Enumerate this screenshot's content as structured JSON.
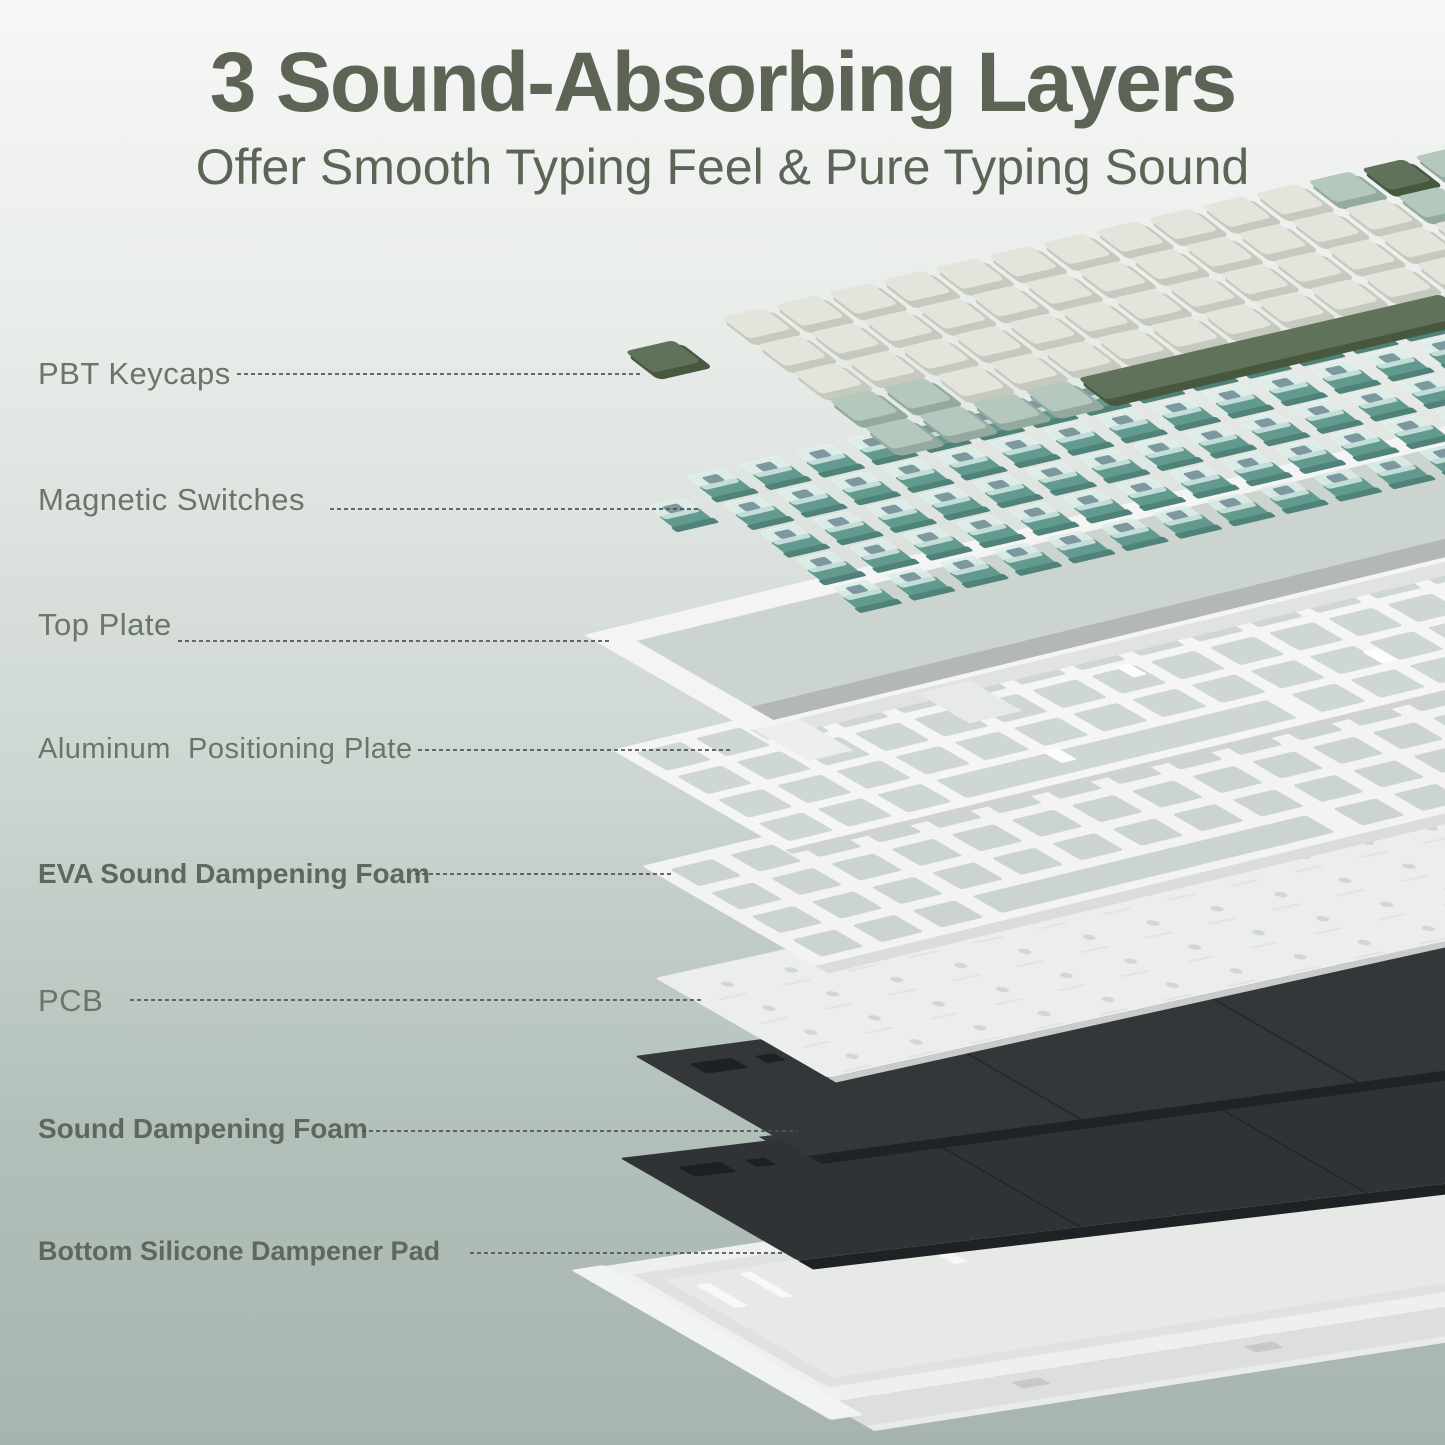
{
  "header": {
    "title": "3 Sound-Absorbing Layers",
    "subtitle": "Offer Smooth Typing Feel & Pure Typing Sound"
  },
  "labels": [
    {
      "text": "PBT Keycaps",
      "bold": false
    },
    {
      "text": "Magnetic Switches",
      "bold": false
    },
    {
      "text": "Top Plate",
      "bold": false
    },
    {
      "text": "Aluminum  Positioning Plate",
      "bold": false
    },
    {
      "text": "EVA Sound Dampening Foam",
      "bold": true
    },
    {
      "text": "PCB",
      "bold": false
    },
    {
      "text": "Sound Dampening Foam",
      "bold": true
    },
    {
      "text": "Bottom Silicone Dampener Pad",
      "bold": true
    }
  ],
  "colors": {
    "background_top": "#f6f7f6",
    "background_bottom": "#a7b4af",
    "title_text": "#5d6455",
    "label_text": "#6b756a",
    "label_text_bold": "#5e695b",
    "leader_line": "#4b524b",
    "keycap_cream": "#e3e5dc",
    "keycap_cream_side": "#c6c9be",
    "keycap_sage": "#b4c8bd",
    "keycap_sage_side": "#94aa9f",
    "keycap_olive": "#60735a",
    "keycap_olive_side": "#48583f",
    "switch_teal": "#639a90",
    "switch_teal_dark": "#4f8278",
    "switch_clear": "#dceeea",
    "switch_stem": "#7d989e",
    "plate_white": "#f2f3f2",
    "plate_hole": "#ccd4d0",
    "plate_inner_wall": "#b3b7b5",
    "plate_edge": "#d7dad8",
    "pcb_white": "#eceeec",
    "pcb_dot": "#d3d7d4",
    "foam_black": "#2f3336",
    "foam_black_edge": "#1f2224",
    "case_white": "#eef0ee",
    "case_inner": "#dfe2e0"
  }
}
